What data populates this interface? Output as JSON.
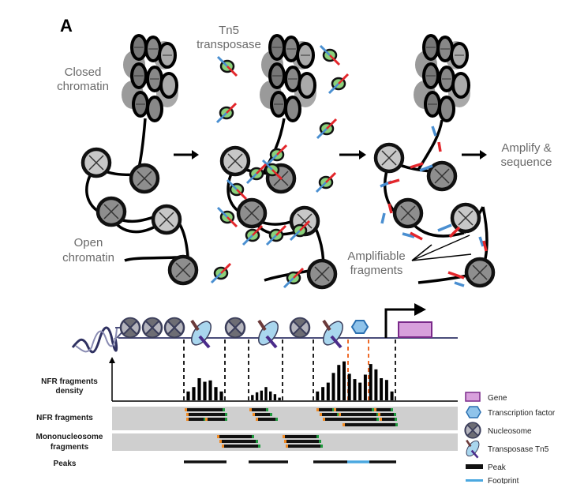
{
  "panel_label": "A",
  "top": {
    "labels": {
      "closed_chromatin": [
        "Closed",
        "chromatin"
      ],
      "open_chromatin": [
        "Open",
        "chromatin"
      ],
      "tn5": [
        "Tn5",
        "transposase"
      ],
      "amplify": [
        "Amplify &",
        "sequence"
      ],
      "amplifiable": [
        "Amplifiable",
        "fragments"
      ]
    },
    "steps": 3
  },
  "bottom": {
    "row_labels": {
      "density": [
        "NFR fragments",
        "density"
      ],
      "nfr": "NFR fragments",
      "mono": [
        "Mononucleosome",
        "fragments"
      ],
      "peaks": "Peaks"
    },
    "density_groups": [
      {
        "name": "nfr-region-1",
        "bars": [
          0.2,
          0.3,
          0.5,
          0.42,
          0.45,
          0.3,
          0.2
        ]
      },
      {
        "name": "nfr-region-2",
        "bars": [
          0.12,
          0.18,
          0.22,
          0.3,
          0.2,
          0.14,
          0.06
        ]
      },
      {
        "name": "nfr-region-3",
        "bars": [
          0.2,
          0.3,
          0.4,
          0.62,
          0.8,
          0.88,
          0.6,
          0.48,
          0.4,
          0.58,
          0.82,
          0.7,
          0.5,
          0.46,
          0.2
        ]
      }
    ],
    "peaks": [
      {
        "type": "peak"
      },
      {
        "type": "peak"
      },
      {
        "type": "peak-with-footprint",
        "footprint_fraction": [
          0.42,
          0.68
        ]
      }
    ]
  },
  "legend": {
    "items": [
      {
        "icon": "gene-icon",
        "label": "Gene"
      },
      {
        "icon": "transcription-factor-icon",
        "label": "Transcription factor"
      },
      {
        "icon": "nucleosome-icon",
        "label": "Nucleosome"
      },
      {
        "icon": "transposase-icon",
        "label": "Transposase Tn5"
      },
      {
        "icon": "peak-icon",
        "label": "Peak"
      },
      {
        "icon": "footprint-icon",
        "label": "Footprint"
      }
    ]
  },
  "colors": {
    "red": "#e3262b",
    "blue": "#4a8fd1",
    "green": "#8bd17b",
    "orange": "#f08a24",
    "fragment_green": "#1f9a3e",
    "gene": "#d8a0dc",
    "tf": "#8fc3ea",
    "footprint": "#4ba8e0",
    "track_bg": "#cfcfcf",
    "baseline": "#4a4d7a",
    "dashed_orange": "#ef6b2a"
  }
}
